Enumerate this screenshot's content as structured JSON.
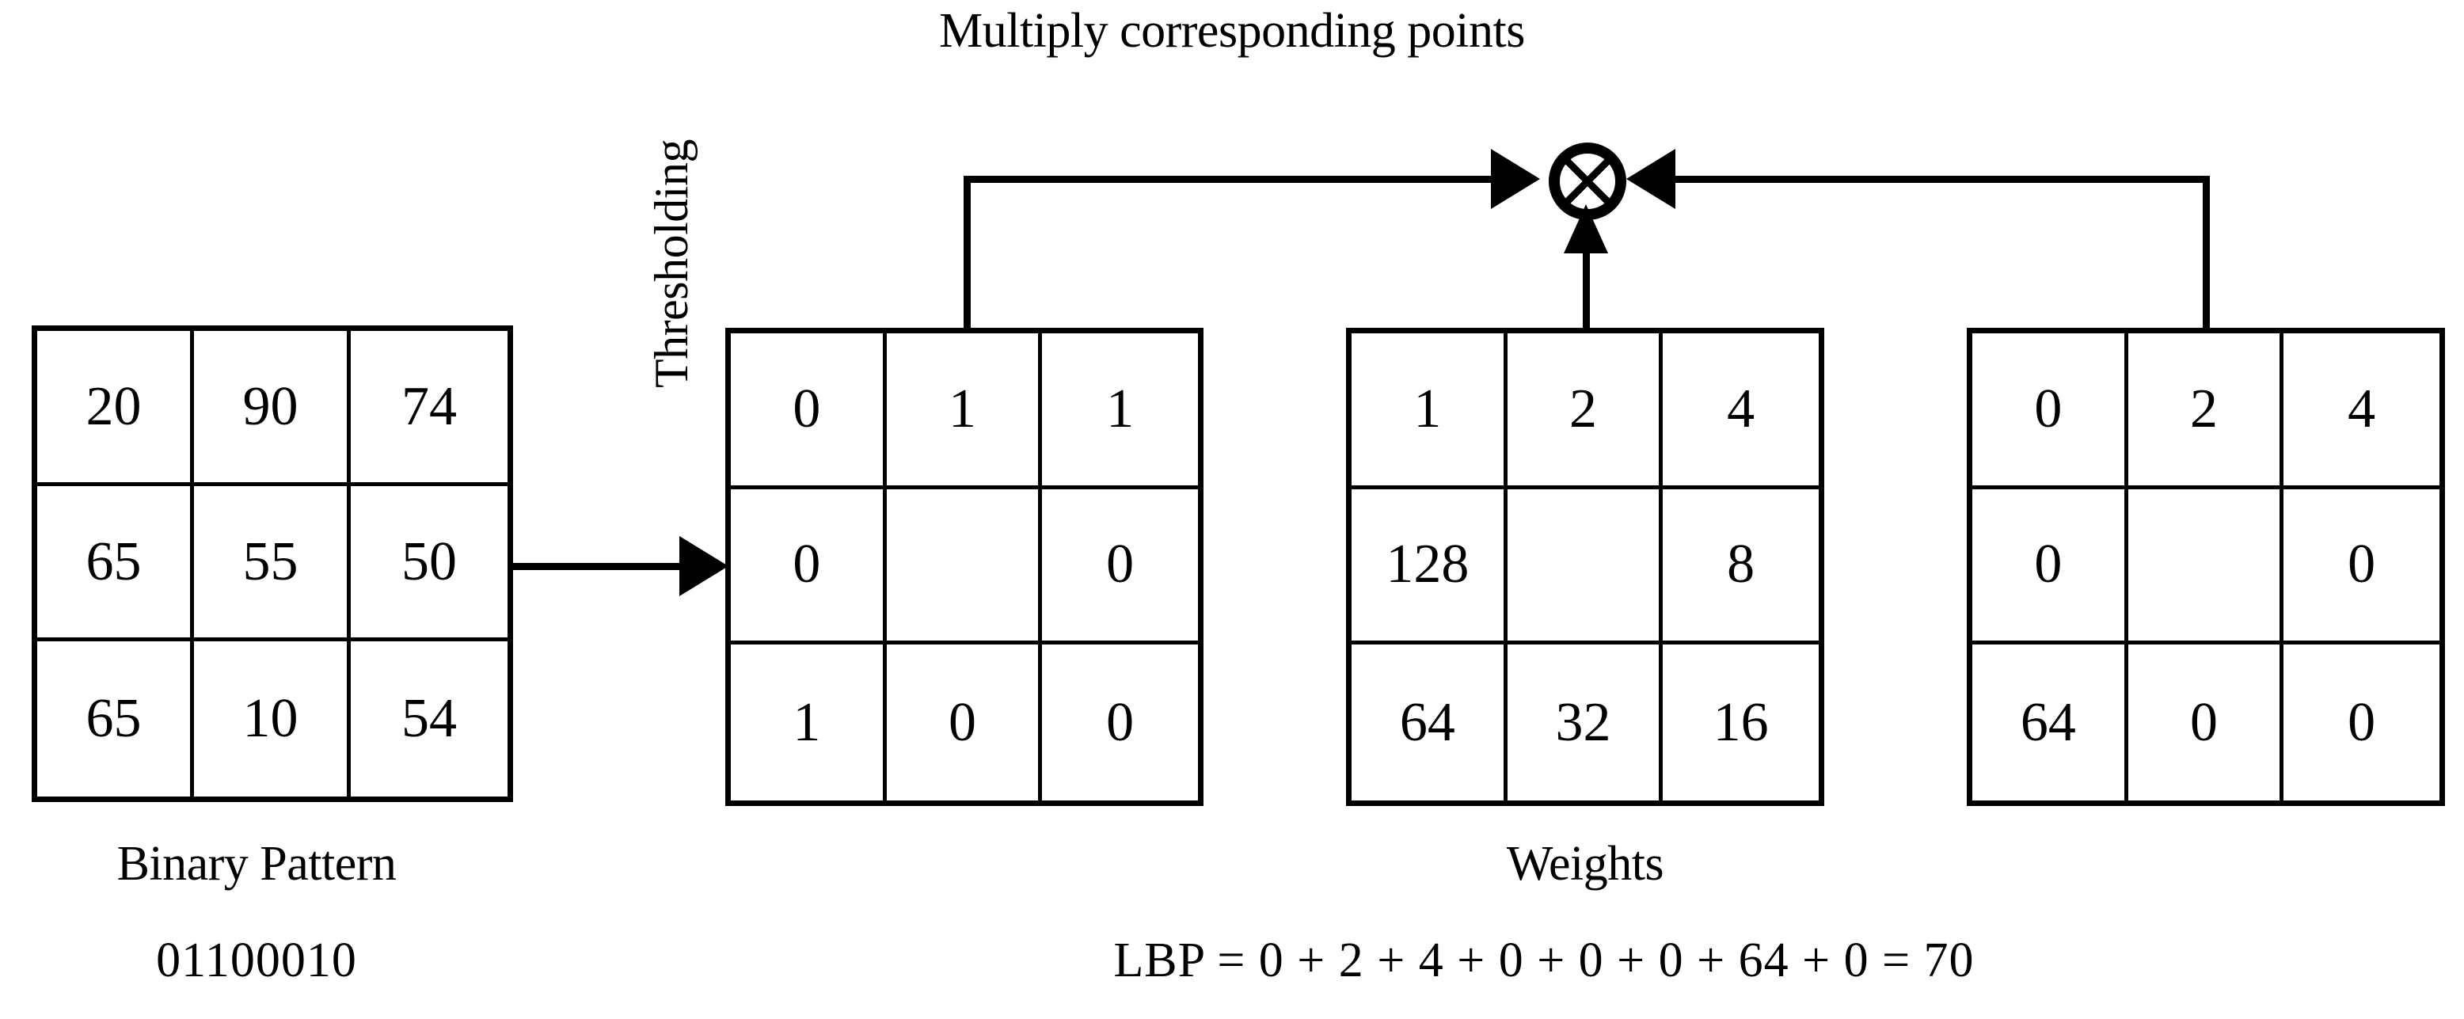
{
  "title": "Multiply corresponding points",
  "thresholding_label": "Thresholding",
  "binary_pattern_label": "Binary Pattern",
  "binary_pattern_value": "01100010",
  "weights_label": "Weights",
  "lbp_equation": "LBP = 0 + 2 + 4 + 0 + 0 + 0 + 64 + 0 = 70",
  "multiply_operator": "circled-times",
  "colors": {
    "stroke": "#000000",
    "background": "#ffffff"
  },
  "grids": {
    "source": {
      "name": "pixel-intensities",
      "cells": [
        "20",
        "90",
        "74",
        "65",
        "55",
        "50",
        "65",
        "10",
        "54"
      ]
    },
    "binary": {
      "name": "binary-pattern",
      "cells": [
        "0",
        "1",
        "1",
        "0",
        "",
        "0",
        "1",
        "0",
        "0"
      ]
    },
    "weights": {
      "name": "weights",
      "cells": [
        "1",
        "2",
        "4",
        "128",
        "",
        "8",
        "64",
        "32",
        "16"
      ]
    },
    "result": {
      "name": "weighted-result",
      "cells": [
        "0",
        "2",
        "4",
        "0",
        "",
        "0",
        "64",
        "0",
        "0"
      ]
    }
  }
}
